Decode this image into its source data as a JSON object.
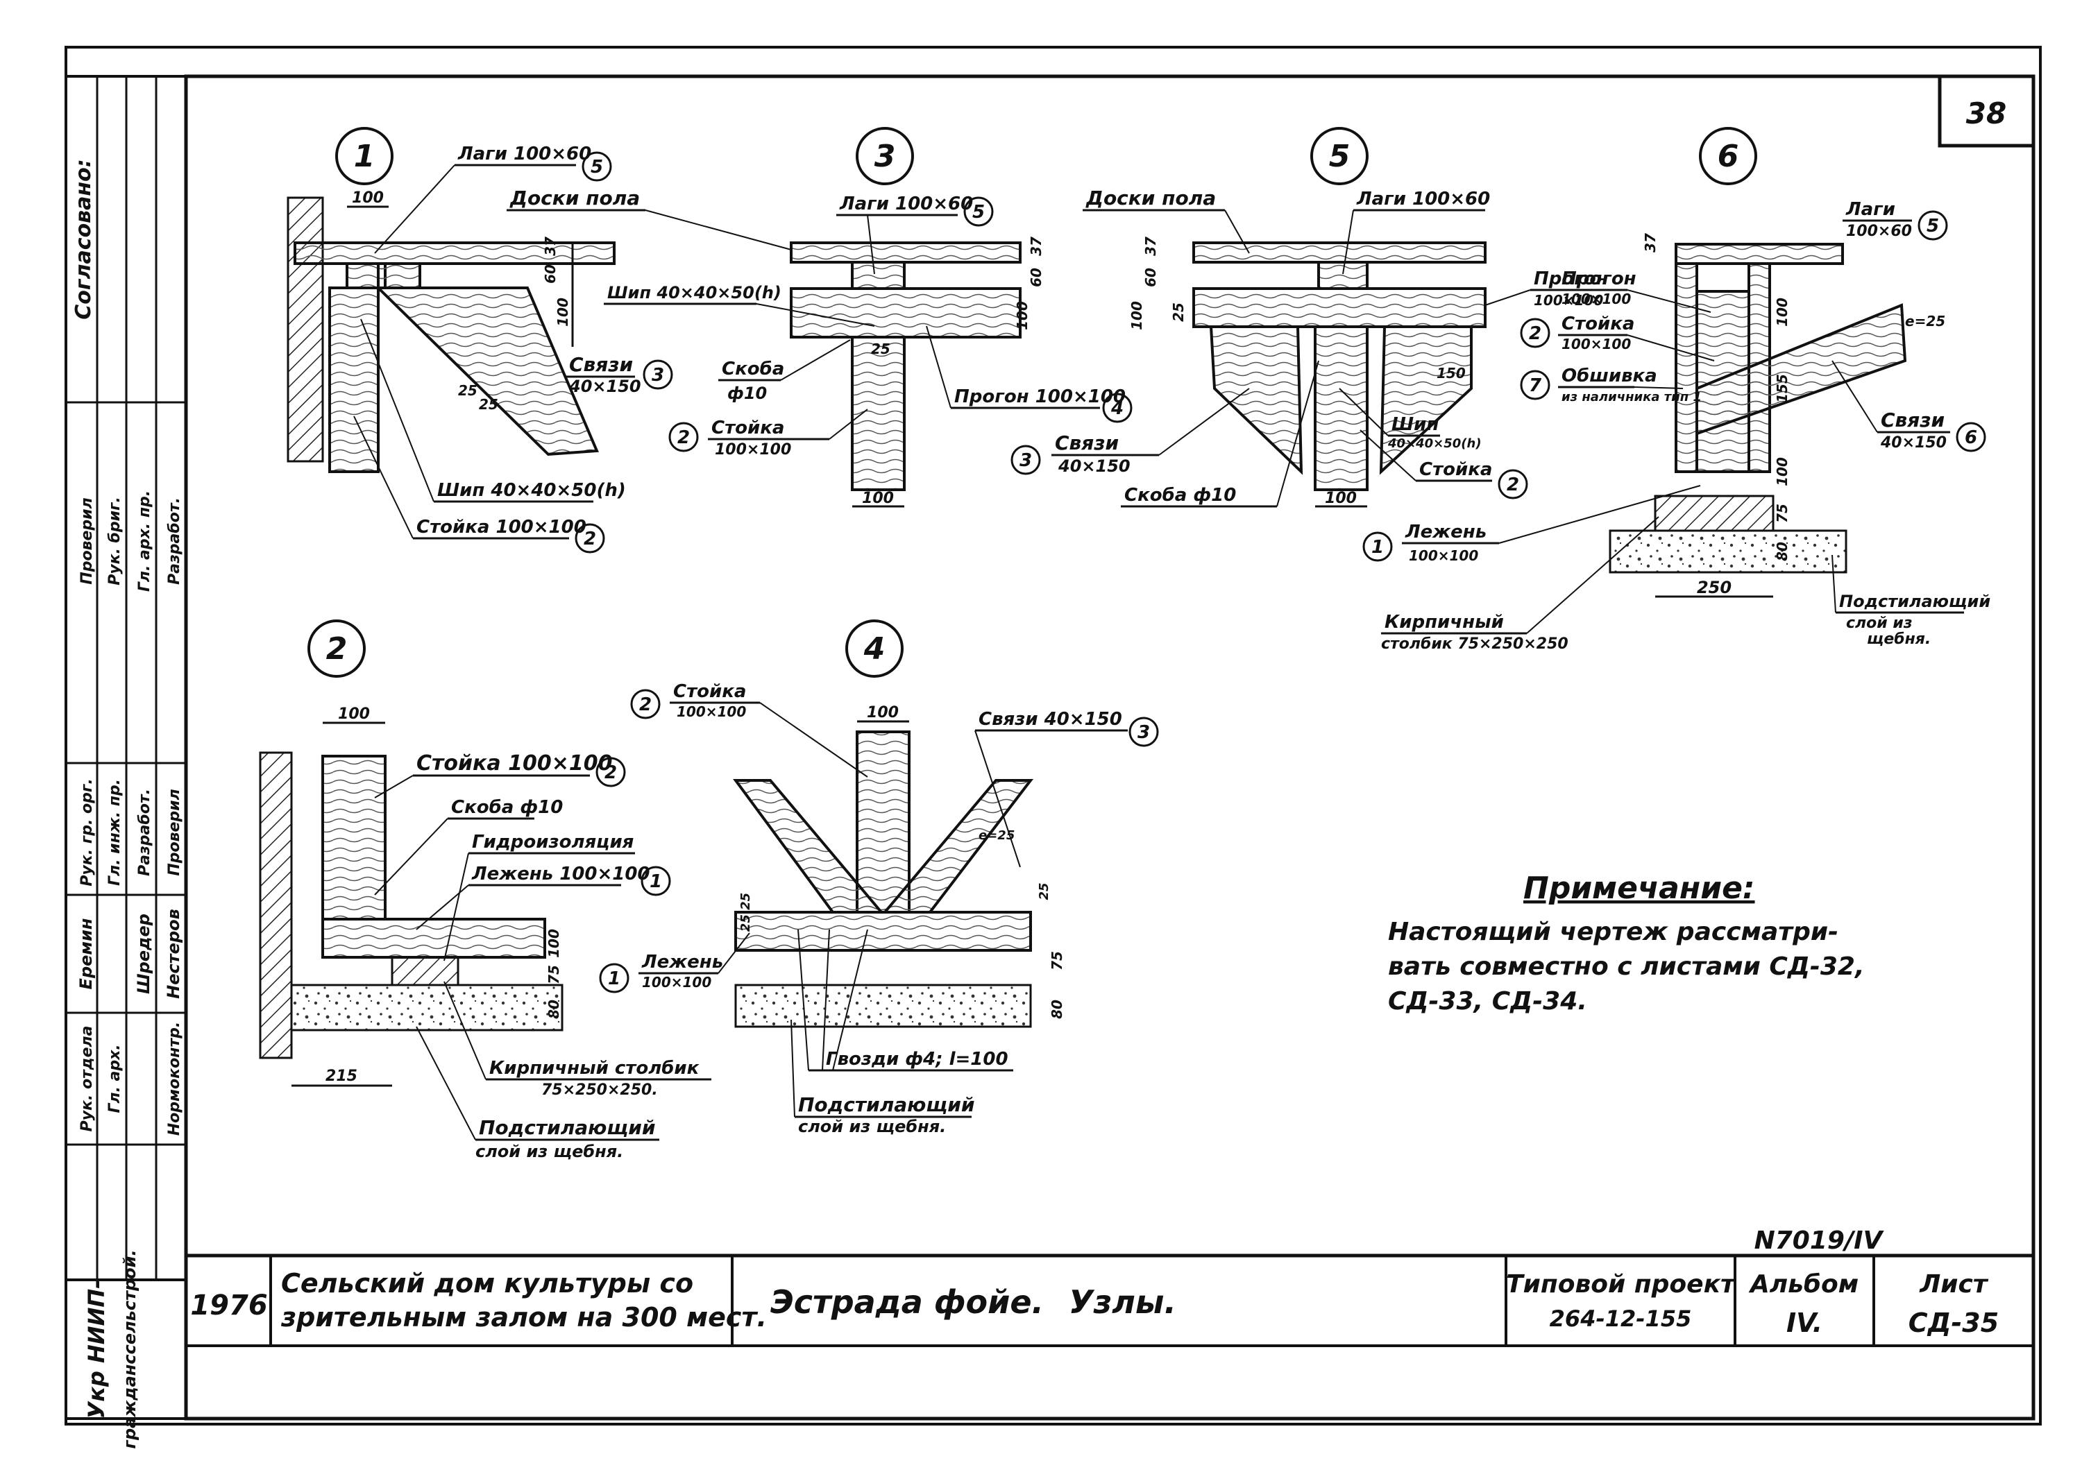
{
  "sheet": {
    "number": "38",
    "project_no": "N7019/IV",
    "year": "1976",
    "object_line1": "Сельский дом культуры со",
    "object_line2": "зрительным залом на 300 мест.",
    "drawing_title": "Эстрада фойе.",
    "drawing_subtitle": "Узлы.",
    "typical_project_label": "Типовой проект",
    "typical_project_code": "264-12-155",
    "album_label": "Альбом",
    "album_value": "IV.",
    "sheet_label": "Лист",
    "sheet_code": "СД-35",
    "org_line1": "Укр НИИП-",
    "org_line2": "гражданссельстрой.",
    "agreed_label": "Согласовано:"
  },
  "stamp": {
    "roles": [
      "Рук. гр. орг.",
      "Гл. инж. пр.",
      "Рук. отдела",
      "Гл. арх.",
      "Разработ.",
      "Проверил",
      "Нормоконтр."
    ],
    "names": [
      "Еремин",
      "Шредер",
      "Нестеров"
    ],
    "side_roles": [
      "Гл. арх. пр.",
      "Рук. бриг.",
      "Разработ.",
      "Проверил"
    ]
  },
  "note": {
    "title": "Примечание:",
    "line1": "Настоящий чертеж рассматри-",
    "line2": "вать совместно с листами СД-32,",
    "line3": "СД-33, СД-34."
  },
  "nodes": {
    "n1": {
      "number": "1",
      "labels": [
        "Лаги 100×60",
        "Доски пола",
        "Связи",
        "40×150",
        "Шип 40×40×50(h)",
        "Стойка 100×100"
      ],
      "markers": [
        "5",
        "3",
        "2"
      ],
      "dims": [
        "100",
        "100",
        "60",
        "37",
        "25",
        "25"
      ]
    },
    "n2": {
      "number": "2",
      "labels": [
        "Стойка 100×100",
        "Скоба ф10",
        "Гидроизоляция",
        "Лежень 100×100",
        "Кирпичный столбик",
        "75×250×250.",
        "Подстилающий",
        "слой из щебня."
      ],
      "markers": [
        "2",
        "1"
      ],
      "dims": [
        "100",
        "100",
        "75",
        "80",
        "215"
      ]
    },
    "n3": {
      "number": "3",
      "labels": [
        "Лаги 100×60",
        "Шип 40×40×50(h)",
        "Скоба",
        "ф10",
        "Стойка",
        "100×100",
        "Прогон 100×100"
      ],
      "markers": [
        "5",
        "4",
        "2"
      ],
      "dims": [
        "100",
        "60",
        "37",
        "100",
        "25"
      ]
    },
    "n4": {
      "number": "4",
      "labels": [
        "Стойка",
        "100×100",
        "Связи 40×150",
        "Лежень",
        "100×100",
        "Гвозди ф4; l=100",
        "Подстилающий",
        "слой из щебня."
      ],
      "markers": [
        "2",
        "3",
        "1"
      ],
      "dims": [
        "100",
        "25 25",
        "25",
        "75",
        "80",
        "e=25"
      ]
    },
    "n5": {
      "number": "5",
      "labels": [
        "Доски пола",
        "Лаги 100×60",
        "Прогон",
        "100×100",
        "Шип",
        "40×40×50(h)",
        "Стойка",
        "Связи",
        "40×150",
        "Скоба ф10"
      ],
      "markers": [
        "3",
        "2"
      ],
      "dims": [
        "100",
        "60",
        "37",
        "25",
        "100",
        "150"
      ]
    },
    "n6": {
      "number": "6",
      "labels": [
        "Лаги",
        "100×60",
        "Прогон",
        "100×100",
        "Стойка",
        "100×100",
        "Обшивка",
        "из наличника тип 1",
        "Связи",
        "40×150",
        "Лежень",
        "100×100",
        "Кирпичный",
        "столбик 75×250×250",
        "Подстилающий",
        "слой из",
        "щебня."
      ],
      "markers": [
        "5",
        "2",
        "7",
        "6",
        "1"
      ],
      "dims": [
        "37",
        "100",
        "155",
        "100",
        "75",
        "80",
        "250",
        "e=25"
      ]
    }
  }
}
